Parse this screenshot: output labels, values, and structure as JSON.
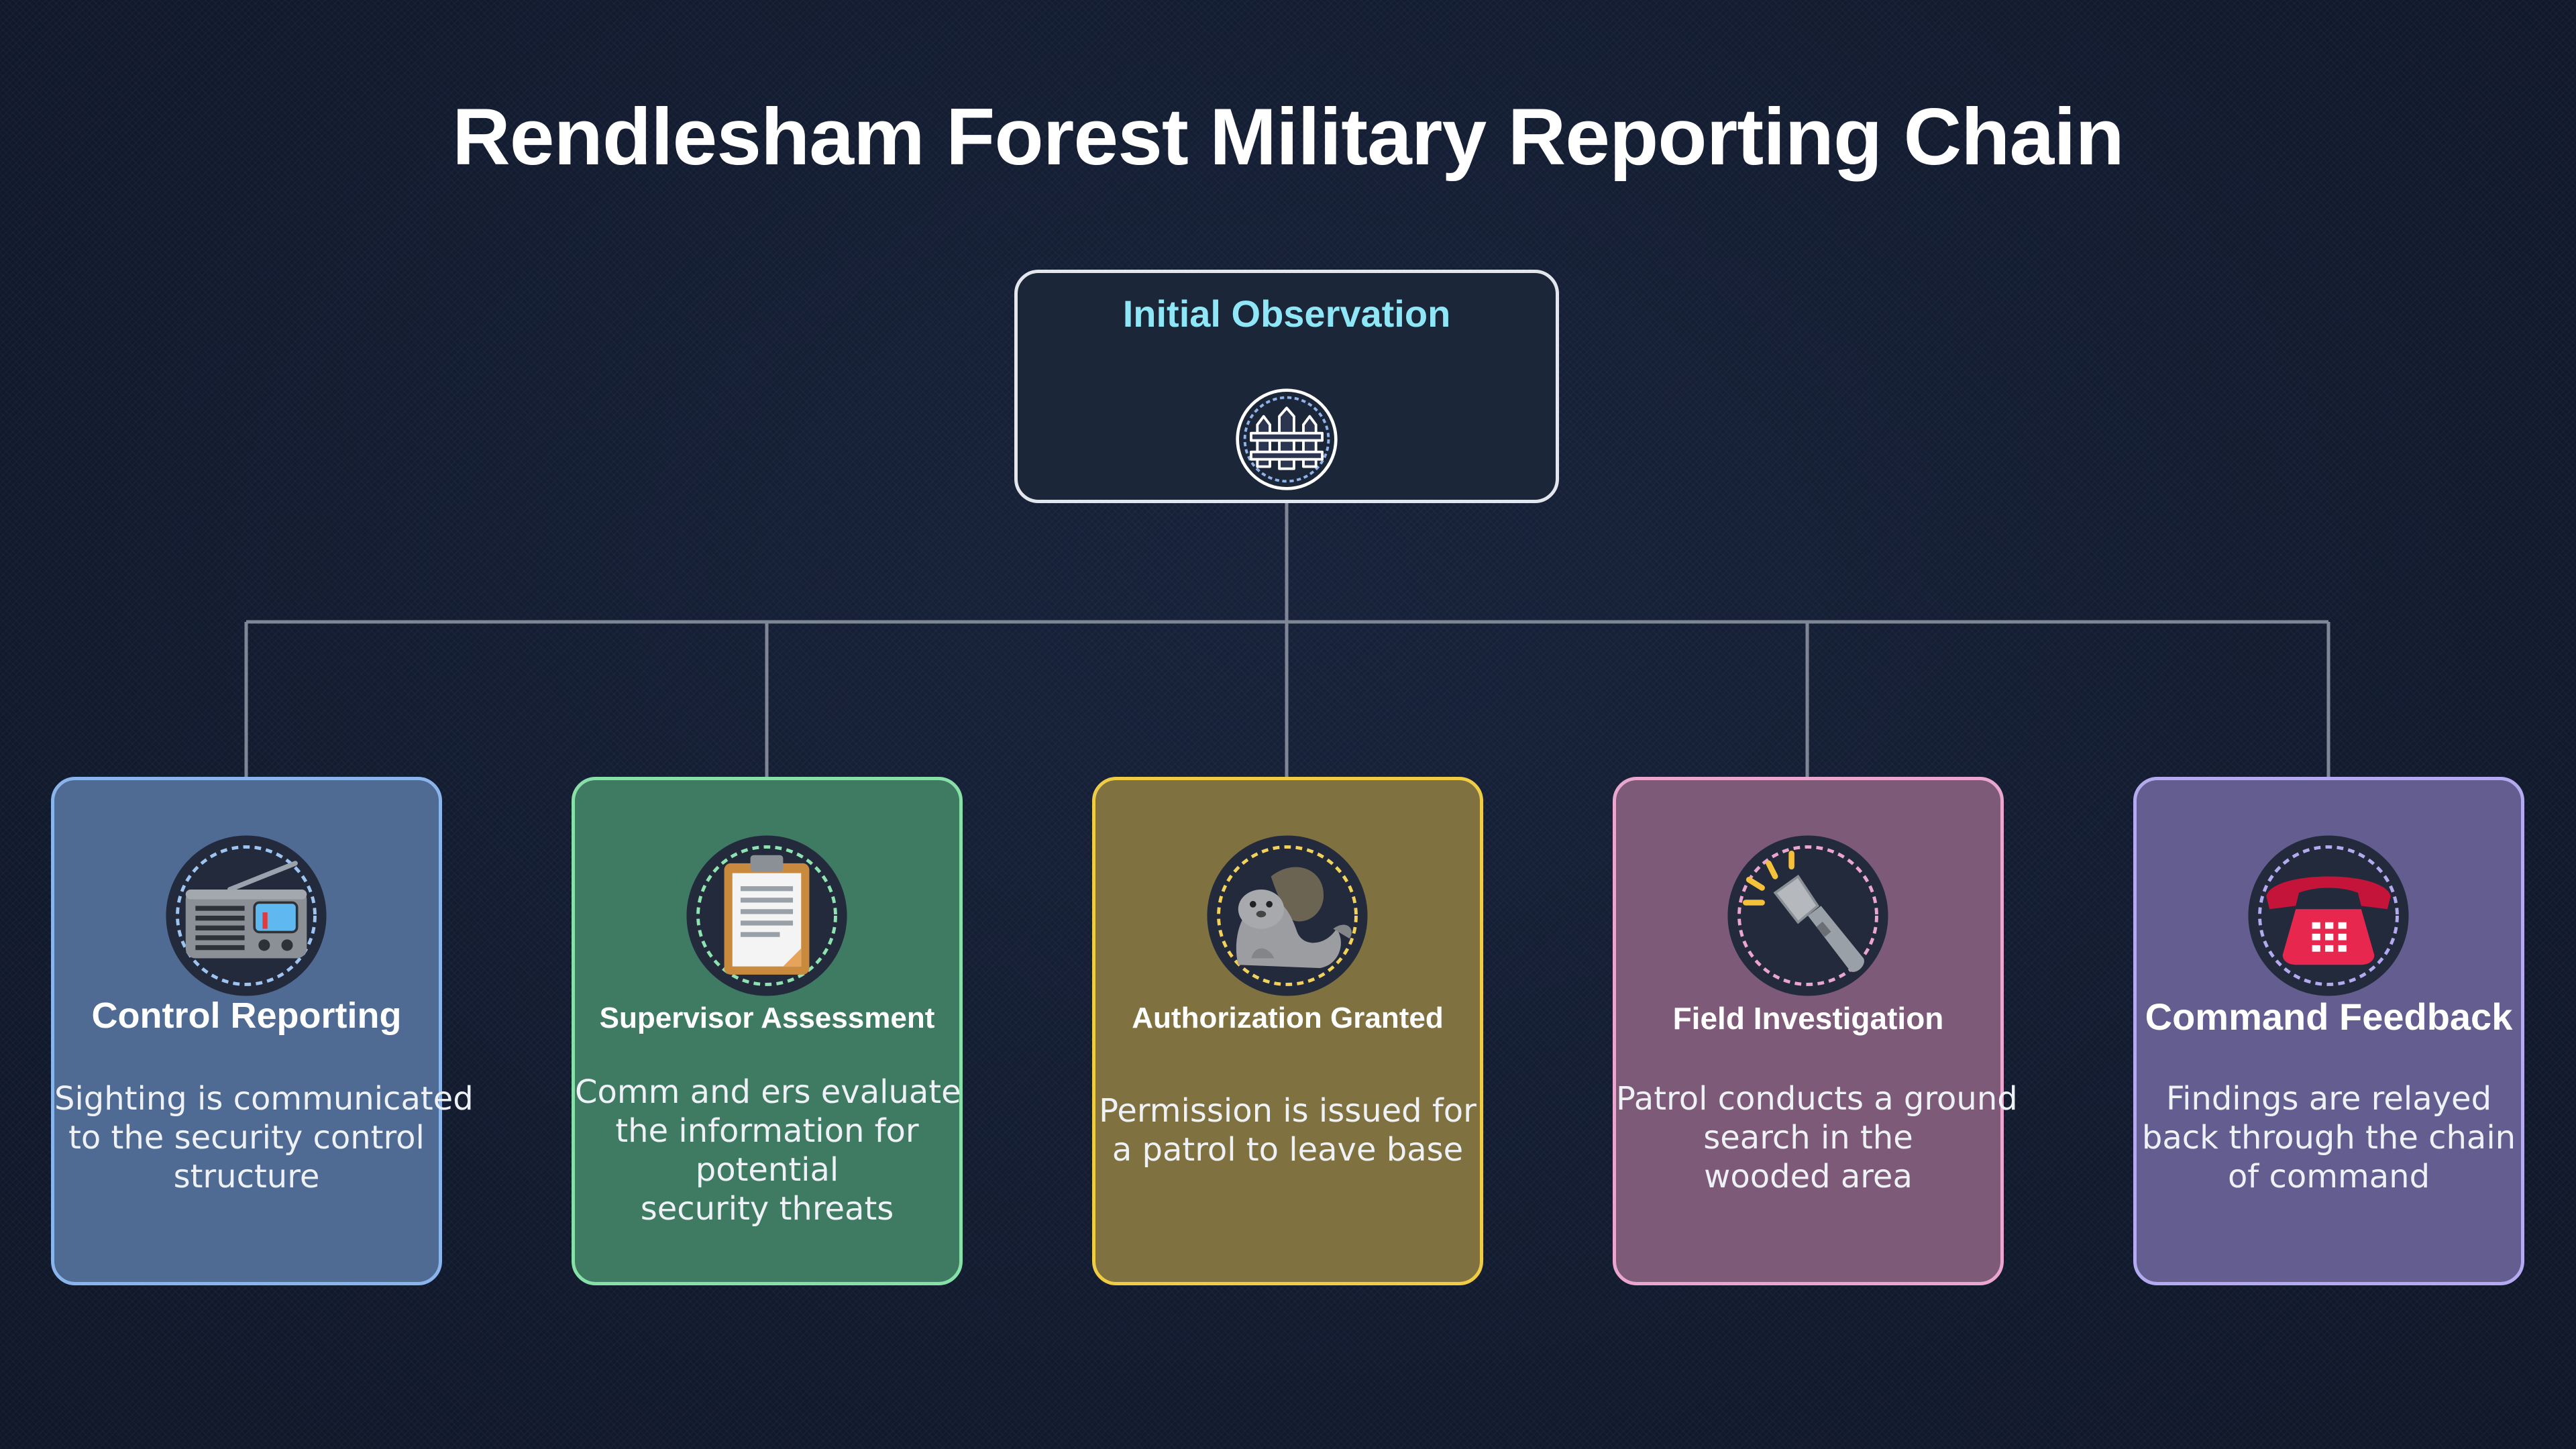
{
  "title": "Rendlesham Forest Military Reporting Chain",
  "colors": {
    "background": "#121b2e",
    "connector": "#7f8797",
    "root_border": "#e3e6ec",
    "root_label": "#8ee6f6"
  },
  "root": {
    "label": "Initial Observation",
    "icon": "fence-icon"
  },
  "steps": [
    {
      "title": "Control Reporting",
      "description": [
        "Sighting is communicated",
        "to the security control",
        "structure"
      ],
      "icon": "radio-icon",
      "fill": "#4f6b93",
      "border": "#89b4ec"
    },
    {
      "title": "Supervisor Assessment",
      "description": [
        "Comm and ers evaluate",
        "the information for",
        "potential",
        "security threats"
      ],
      "icon": "clipboard-icon",
      "fill": "#3f7a63",
      "border": "#86e0a8"
    },
    {
      "title": "Authorization Granted",
      "description": [
        "Permission is issued for",
        "a patrol to leave base"
      ],
      "icon": "seal-icon",
      "fill": "#7f7240",
      "border": "#f0cc45"
    },
    {
      "title": "Field Investigation",
      "description": [
        "Patrol conducts a ground",
        "search in the",
        "wooded area"
      ],
      "icon": "flashlight-icon",
      "fill": "#7c5a78",
      "border": "#eaa6cf"
    },
    {
      "title": "Command Feedback",
      "description": [
        "Findings are relayed",
        "back through the chain",
        "of command"
      ],
      "icon": "telephone-icon",
      "fill": "#645d8f",
      "border": "#b3aaf0"
    }
  ]
}
